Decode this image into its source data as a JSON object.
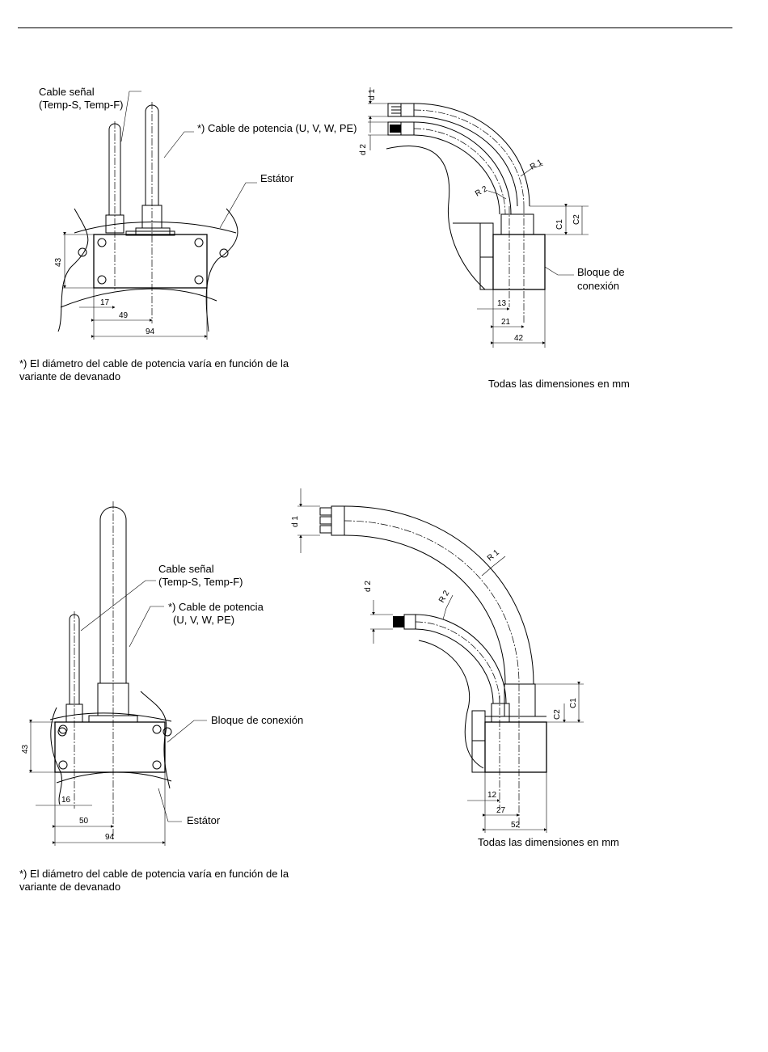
{
  "figure1": {
    "front_view": {
      "signal_cable_label_line1": "Cable señal",
      "signal_cable_label_line2": "(Temp-S, Temp-F)",
      "power_cable_label": "*) Cable de potencia (U, V, W, PE)",
      "stator_label": "Estátor",
      "dim_height": "43",
      "dim_17": "17",
      "dim_49": "49",
      "dim_94": "94"
    },
    "side_view": {
      "d1": "d 1",
      "d2": "d 2",
      "r1": "R 1",
      "r2": "R 2",
      "c1": "C1",
      "c2": "C2",
      "connection_block_line1": "Bloque de",
      "connection_block_line2": "conexión",
      "dim_13": "13",
      "dim_21": "21",
      "dim_42": "42"
    },
    "footnote_line1": "*) El diámetro del cable de potencia varía en función de la",
    "footnote_line2": "variante de devanado",
    "units_note": "Todas las dimensiones en mm"
  },
  "figure2": {
    "front_view": {
      "signal_cable_label_line1": "Cable señal",
      "signal_cable_label_line2": "(Temp-S, Temp-F)",
      "power_cable_label_line1": "*) Cable de potencia",
      "power_cable_label_line2": "(U, V, W, PE)",
      "connection_block_label": "Bloque de conexión",
      "stator_label": "Estátor",
      "dim_height": "43",
      "dim_16": "16",
      "dim_50": "50",
      "dim_94": "94"
    },
    "side_view": {
      "d1": "d 1",
      "d2": "d 2",
      "r1": "R 1",
      "r2": "R 2",
      "c1": "C1",
      "c2": "C2",
      "dim_12": "12",
      "dim_27": "27",
      "dim_52": "52"
    },
    "units_note": "Todas las dimensiones en mm",
    "footnote_line1": "*) El diámetro del cable de potencia varía en función de la",
    "footnote_line2": "variante de devanado"
  }
}
